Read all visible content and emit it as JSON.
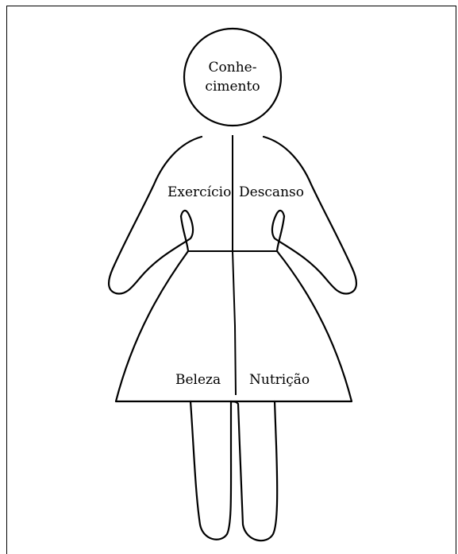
{
  "labels": {
    "head_line1": "Conhe-",
    "head_line2": "cimento",
    "left_upper": "Exercício",
    "right_upper": "Descanso",
    "left_lower": "Beleza",
    "right_lower": "Nutrição"
  }
}
